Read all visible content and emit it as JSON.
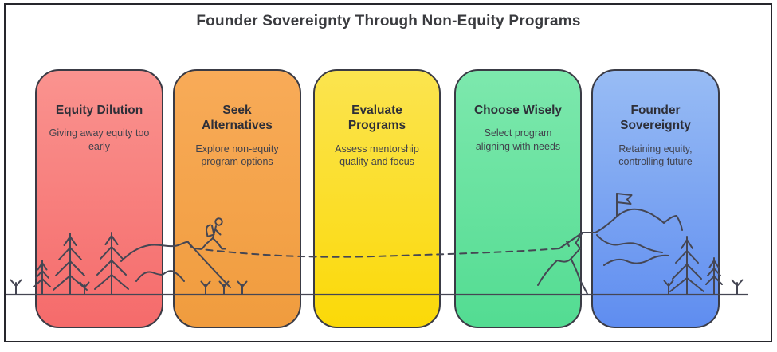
{
  "title": "Founder Sovereignty Through Non-Equity Programs",
  "cards": [
    {
      "id": "equity-dilution",
      "title": "Equity Dilution",
      "description": "Giving away equity too\nearly",
      "color_top": "#fa938f",
      "color_bottom": "#f56b6b"
    },
    {
      "id": "seek-alternatives",
      "title": "Seek\nAlternatives",
      "description": "Explore non-equity\nprogram options",
      "color_top": "#f8ab58",
      "color_bottom": "#f09c3e"
    },
    {
      "id": "evaluate-programs",
      "title": "Evaluate\nPrograms",
      "description": "Assess mentorship\nquality and focus",
      "color_top": "#fbe44f",
      "color_bottom": "#fbd908"
    },
    {
      "id": "choose-wisely",
      "title": "Choose Wisely",
      "description": "Select program\naligning with needs",
      "color_top": "#7de8ad",
      "color_bottom": "#53dc92"
    },
    {
      "id": "founder-sovereignty",
      "title": "Founder\nSovereignty",
      "description": "Retaining equity,\ncontrolling future",
      "color_top": "#98bcf4",
      "color_bottom": "#5f8df0"
    }
  ],
  "artwork": {
    "line_color": "#454653",
    "elements": [
      "pine-trees",
      "sprouts",
      "hiker",
      "dashed-trail",
      "mountain-ridge",
      "summit-flag",
      "ground-line"
    ]
  },
  "frame": {
    "border_color": "#26262c"
  }
}
